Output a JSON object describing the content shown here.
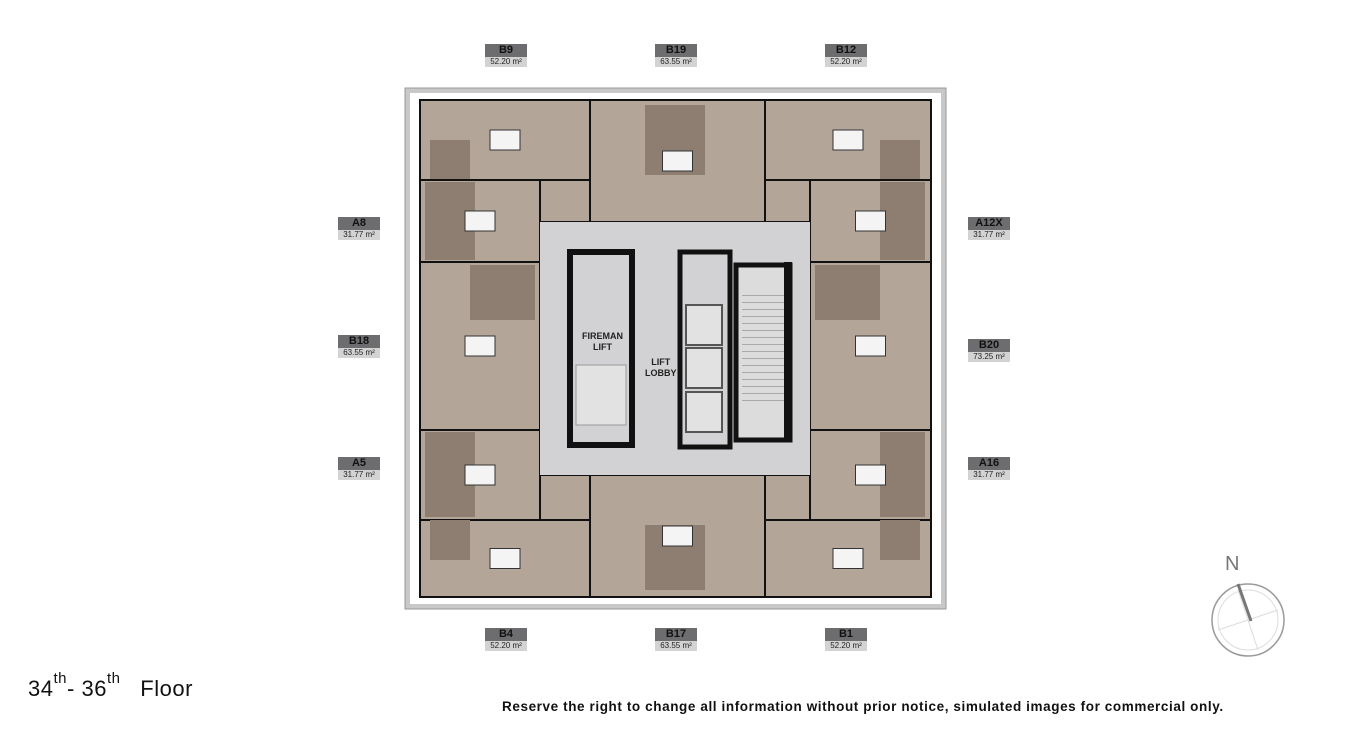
{
  "units": [
    {
      "id": "B9",
      "area": "52.20 m²"
    },
    {
      "id": "B19",
      "area": "63.55 m²"
    },
    {
      "id": "B12",
      "area": "52.20 m²"
    },
    {
      "id": "A8",
      "area": "31.77 m²"
    },
    {
      "id": "B18",
      "area": "63.55 m²"
    },
    {
      "id": "A5",
      "area": "31.77 m²"
    },
    {
      "id": "A12X",
      "area": "31.77 m²"
    },
    {
      "id": "B20",
      "area": "73.25 m²"
    },
    {
      "id": "A16",
      "area": "31.77 m²"
    },
    {
      "id": "B4",
      "area": "52.20 m²"
    },
    {
      "id": "B17",
      "area": "63.55 m²"
    },
    {
      "id": "B1",
      "area": "52.20 m²"
    }
  ],
  "core": {
    "fireman_lift": [
      "FIREMAN",
      "LIFT"
    ],
    "lift_lobby": [
      "LIFT",
      "LOBBY"
    ]
  },
  "title": {
    "from": "34",
    "from_sup": "th",
    "sep": "- ",
    "to": "36",
    "to_sup": "th",
    "word": "Floor"
  },
  "compass": {
    "label": "N"
  },
  "disclaimer": "Reserve the right to change all information without prior notice, simulated images for commercial only.",
  "colors": {
    "floor_light": "#b3a698",
    "floor_dark": "#8e7e71",
    "core": "#d2d2d4",
    "wall": "#111111",
    "balcony": "#c8c8c8"
  }
}
